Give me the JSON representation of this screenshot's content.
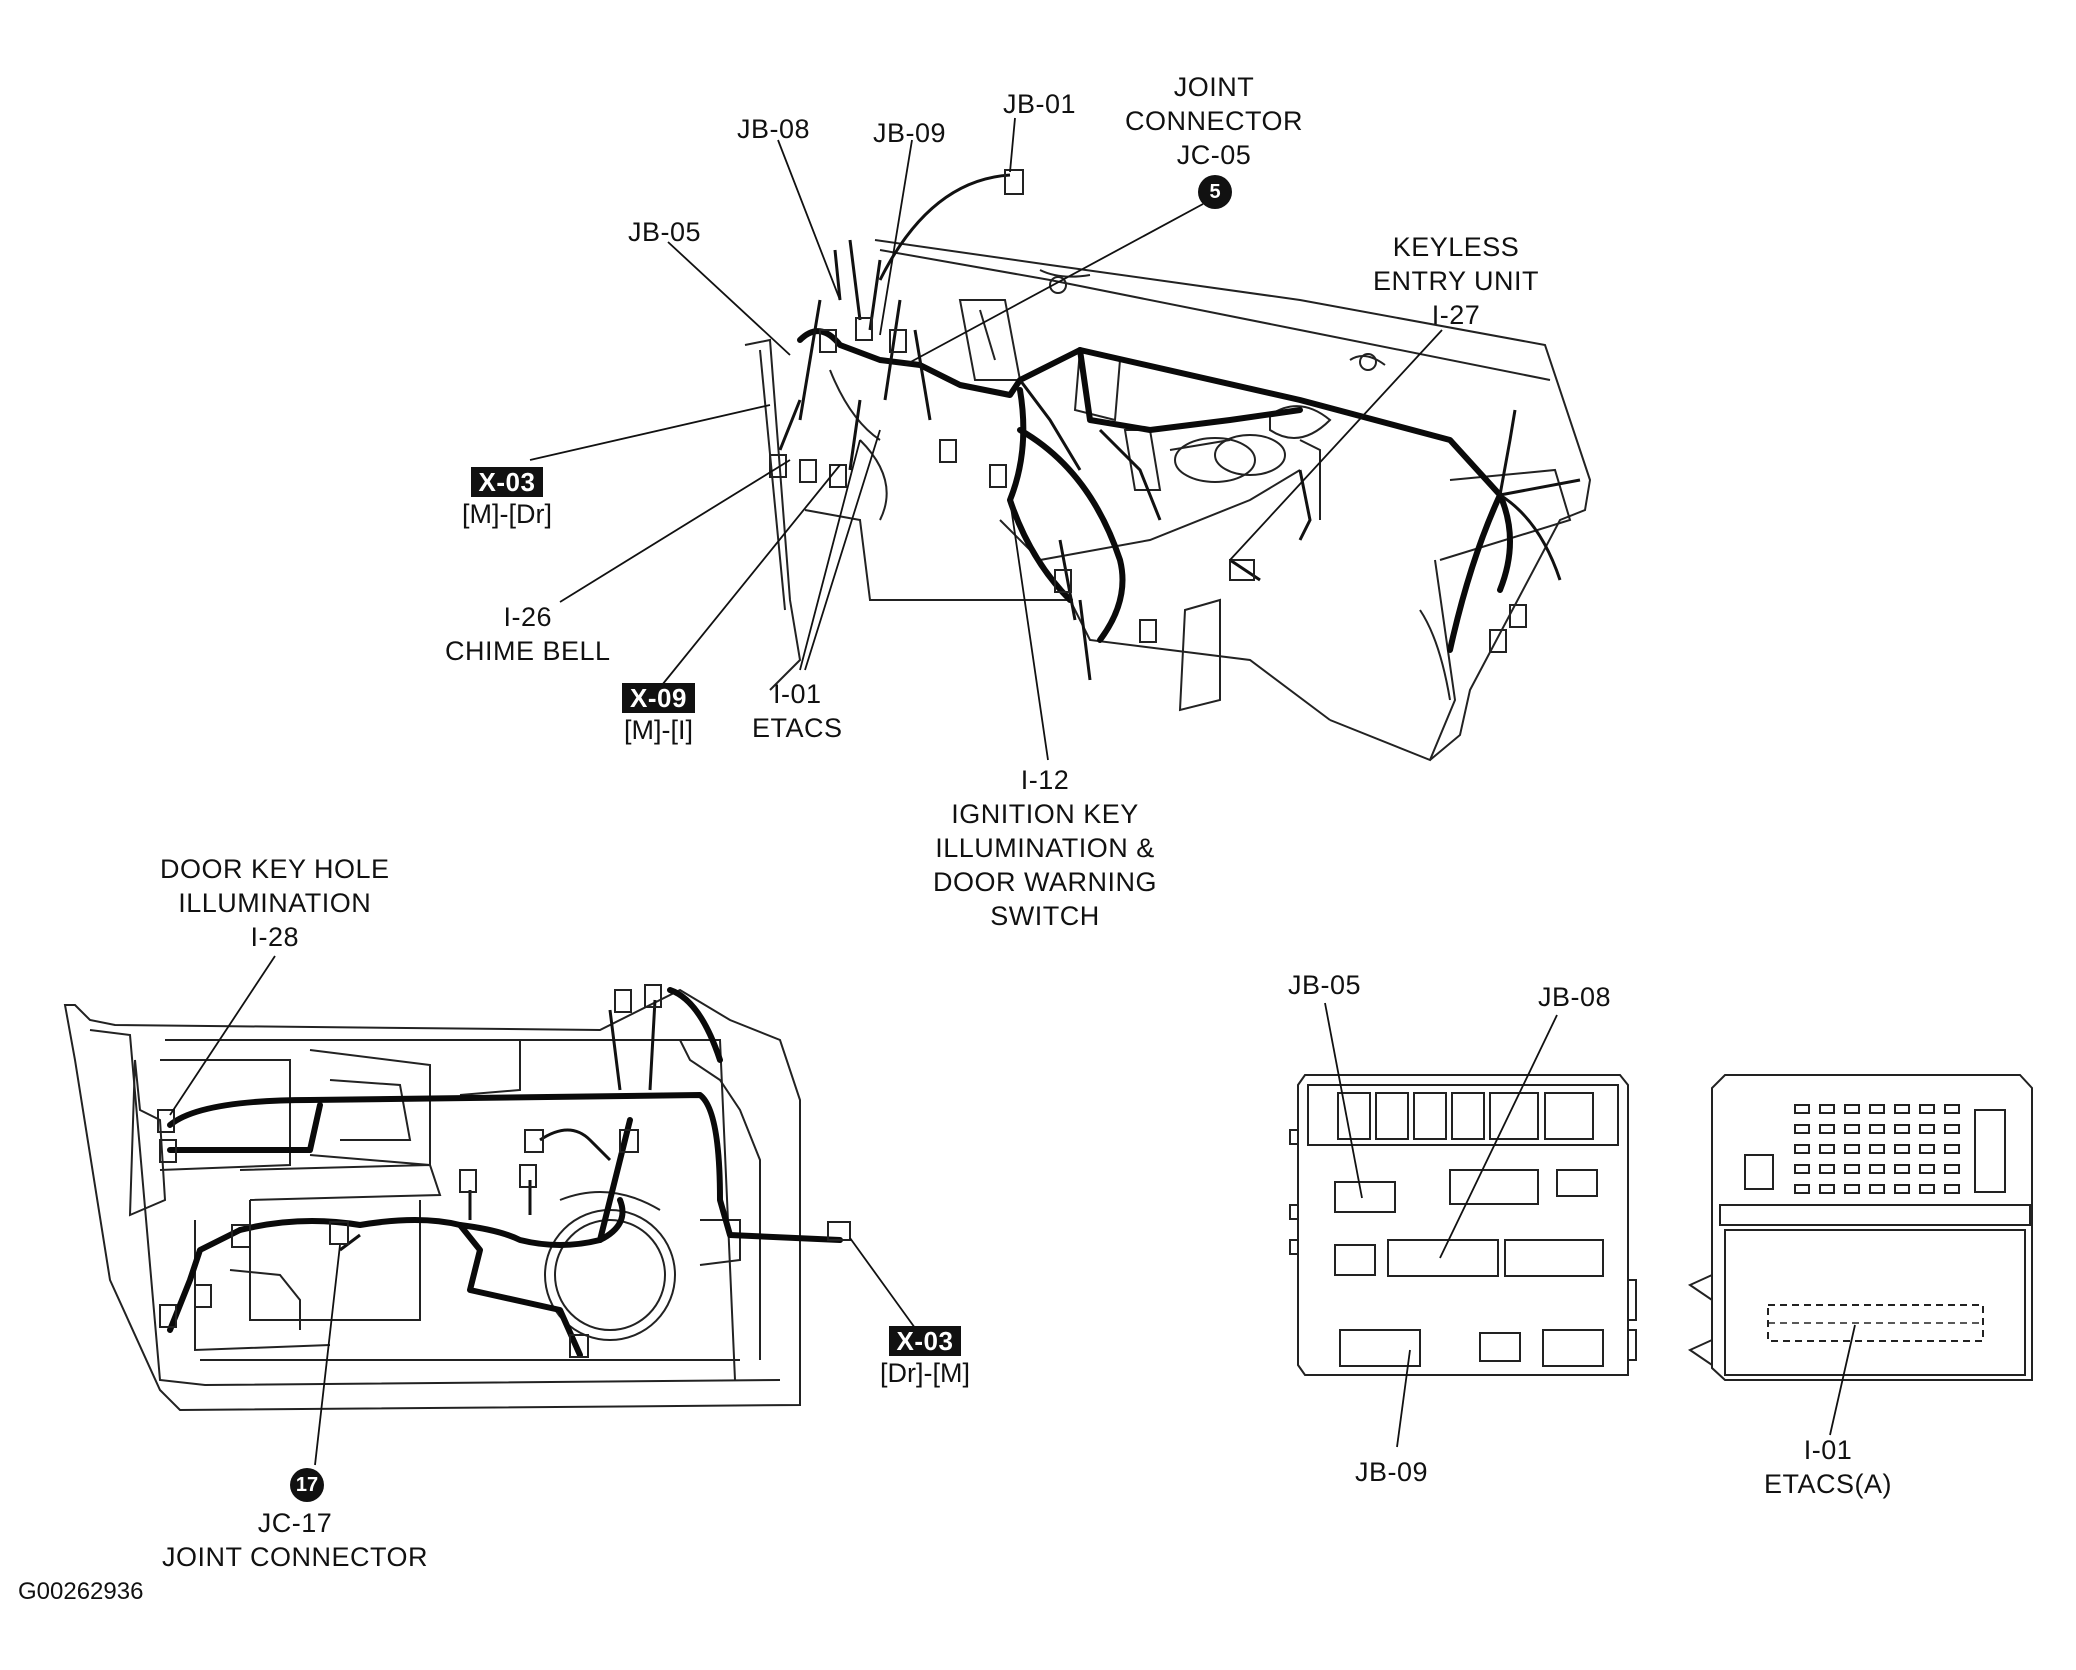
{
  "figure_id": "G00262936",
  "dashboard": {
    "labels": {
      "jb01": "JB-01",
      "jb08": "JB-08",
      "jb09": "JB-09",
      "jb05": "JB-05",
      "jc05": [
        "JOINT",
        "CONNECTOR",
        "JC-05"
      ],
      "jc05_badge": "5",
      "keyless": [
        "KEYLESS",
        "ENTRY UNIT",
        "I-27"
      ],
      "x03": {
        "code": "X-03",
        "sub": "[M]-[Dr]"
      },
      "chime": [
        "I-26",
        "CHIME BELL"
      ],
      "x09": {
        "code": "X-09",
        "sub": "[M]-[I]"
      },
      "etacs": [
        "I-01",
        "ETACS"
      ],
      "ignition": [
        "I-12",
        "IGNITION KEY",
        "ILLUMINATION &",
        "DOOR WARNING",
        "SWITCH"
      ]
    }
  },
  "door": {
    "labels": {
      "keyhole": [
        "DOOR KEY HOLE",
        "ILLUMINATION",
        "I-28"
      ],
      "x03": {
        "code": "X-03",
        "sub": "[Dr]-[M]"
      },
      "jc17_badge": "17",
      "jc17": [
        "JC-17",
        "JOINT CONNECTOR"
      ]
    }
  },
  "junction_block": {
    "labels": {
      "jb05": "JB-05",
      "jb08": "JB-08",
      "jb09": "JB-09"
    }
  },
  "etacs_unit": {
    "labels": [
      "I-01",
      "ETACS(A)"
    ]
  }
}
